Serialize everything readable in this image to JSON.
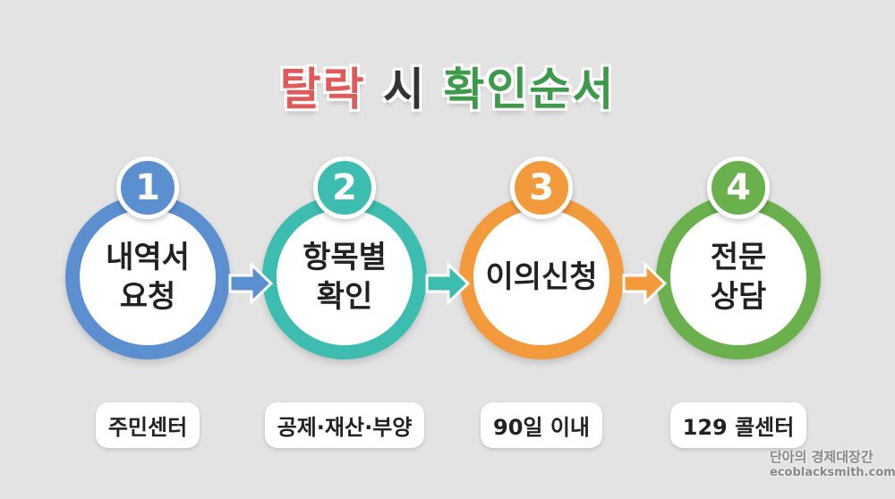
{
  "title": {
    "part1": "탈락",
    "part2": "시",
    "part3": "확인순서",
    "colors": {
      "part1": "#e05a5a",
      "part2": "#333333",
      "part3": "#3c9a4a"
    }
  },
  "steps": [
    {
      "number": "1",
      "line1": "내역서",
      "line2": "요청",
      "label": "주민센터",
      "color": "#5b8fd0"
    },
    {
      "number": "2",
      "line1": "항목별",
      "line2": "확인",
      "label": "공제·재산·부양",
      "color": "#3dbdb0"
    },
    {
      "number": "3",
      "line1": "이의신청",
      "line2": "",
      "label": "90일 이내",
      "color": "#f39a3c"
    },
    {
      "number": "4",
      "line1": "전문",
      "line2": "상담",
      "label": "129 콜센터",
      "color": "#6ab04c"
    }
  ],
  "watermark": {
    "line1": "단아의 경제대장간",
    "line2": "ecoblacksmith.com"
  }
}
